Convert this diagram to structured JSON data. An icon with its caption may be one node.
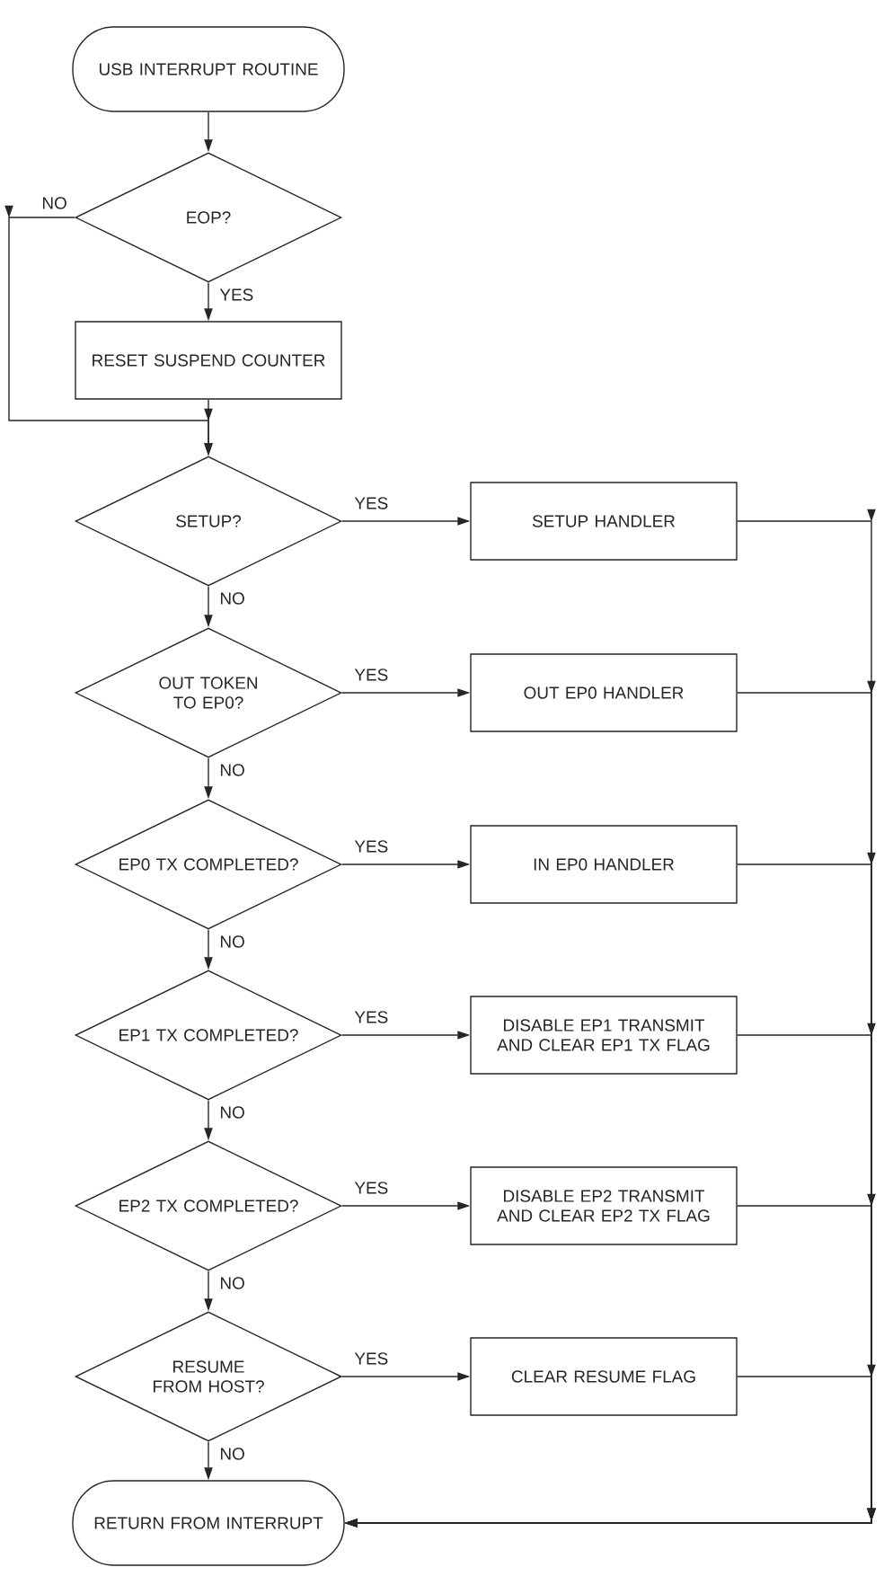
{
  "diagram": {
    "nodes": [
      {
        "text": [
          "USB INTERRUPT ROUTINE"
        ]
      },
      {
        "text": [
          "EOP?"
        ]
      },
      {
        "text": [
          "RESET SUSPEND COUNTER"
        ]
      },
      {
        "text": [
          "SETUP?"
        ]
      },
      {
        "text": [
          "SETUP HANDLER"
        ]
      },
      {
        "text": [
          "OUT TOKEN TO EP0?"
        ]
      },
      {
        "text": [
          "OUT EP0 HANDLER"
        ]
      },
      {
        "text": [
          "EP0 TX COMPLETED?"
        ]
      },
      {
        "text": [
          "IN EP0 HANDLER"
        ]
      },
      {
        "text": [
          "EP1 TX COMPLETED?"
        ]
      },
      {
        "text": [
          "DISABLE EP1 TRANSMIT AND CLEAR EP1 TX FLAG"
        ]
      },
      {
        "text": [
          "EP2 TX COMPLETED?"
        ]
      },
      {
        "text": [
          "DISABLE EP2 TRANSMIT AND CLEAR EP2 TX FLAG"
        ]
      },
      {
        "text": [
          "RESUME FROM HOST?"
        ]
      },
      {
        "text": [
          "CLEAR RESUME FLAG"
        ]
      },
      {
        "text": [
          "RETURN FROM INTERRUPT"
        ]
      }
    ],
    "edges": [
      {
        "from": 0,
        "to": 1,
        "arrow": "to"
      },
      {
        "from": 1,
        "to": 2,
        "arrow": "to",
        "label": "YES"
      },
      {
        "from": 1,
        "to": 3,
        "arrow": "to",
        "label": "NO"
      },
      {
        "from": 2,
        "to": 3,
        "arrow": "to"
      },
      {
        "from": 3,
        "to": 4,
        "arrow": "to",
        "label": "YES"
      },
      {
        "from": 3,
        "to": 5,
        "arrow": "to",
        "label": "NO"
      },
      {
        "from": 5,
        "to": 6,
        "arrow": "to",
        "label": "YES"
      },
      {
        "from": 5,
        "to": 7,
        "arrow": "to",
        "label": "NO"
      },
      {
        "from": 7,
        "to": 8,
        "arrow": "to",
        "label": "YES"
      },
      {
        "from": 7,
        "to": 9,
        "arrow": "to",
        "label": "NO"
      },
      {
        "from": 9,
        "to": 10,
        "arrow": "to",
        "label": "YES"
      },
      {
        "from": 9,
        "to": 11,
        "arrow": "to",
        "label": "NO"
      },
      {
        "from": 11,
        "to": 12,
        "arrow": "to",
        "label": "YES"
      },
      {
        "from": 11,
        "to": 13,
        "arrow": "to",
        "label": "NO"
      },
      {
        "from": 13,
        "to": 14,
        "arrow": "to",
        "label": "YES"
      },
      {
        "from": 13,
        "to": 15,
        "arrow": "to",
        "label": "NO"
      },
      {
        "from": 4,
        "to": 15,
        "arrow": "to"
      },
      {
        "from": 6,
        "to": 15,
        "arrow": "to"
      },
      {
        "from": 8,
        "to": 15,
        "arrow": "to"
      },
      {
        "from": 10,
        "to": 15,
        "arrow": "to"
      },
      {
        "from": 12,
        "to": 15,
        "arrow": "to"
      },
      {
        "from": 14,
        "to": 15,
        "arrow": "to"
      }
    ]
  }
}
